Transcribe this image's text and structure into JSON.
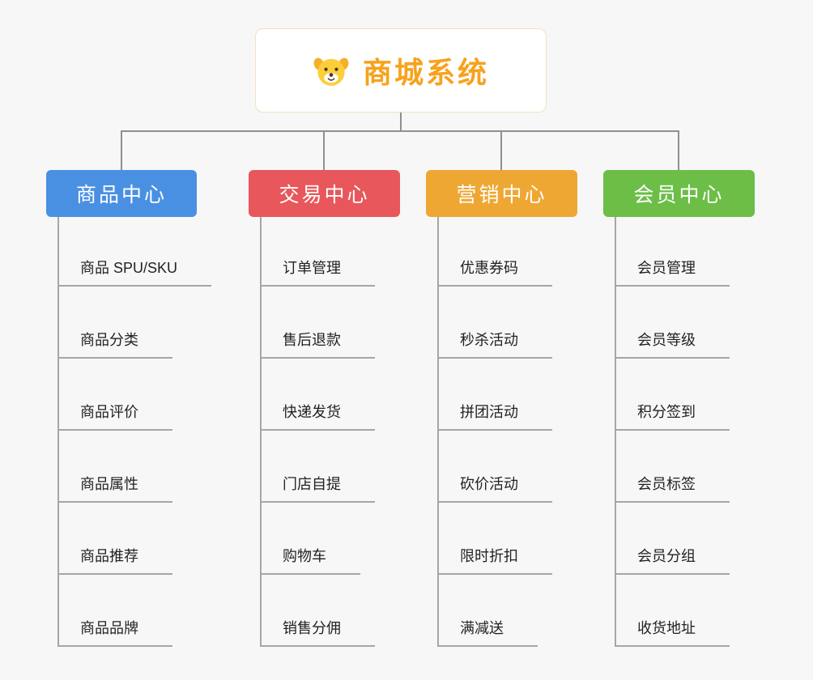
{
  "colors": {
    "background": "#f7f7f7",
    "connector": "#8f8f8f",
    "branch_line": "#a6a6a6",
    "root_title": "#f7a21c"
  },
  "root": {
    "title": "商城系统",
    "icon": "dog-face-icon"
  },
  "branches": [
    {
      "label": "商品中心",
      "color": "#4a90e2",
      "children": [
        "商品 SPU/SKU",
        "商品分类",
        "商品评价",
        "商品属性",
        "商品推荐",
        "商品品牌"
      ]
    },
    {
      "label": "交易中心",
      "color": "#e8575b",
      "children": [
        "订单管理",
        "售后退款",
        "快递发货",
        "门店自提",
        "购物车",
        "销售分佣"
      ]
    },
    {
      "label": "营销中心",
      "color": "#efa733",
      "children": [
        "优惠券码",
        "秒杀活动",
        "拼团活动",
        "砍价活动",
        "限时折扣",
        "满减送"
      ]
    },
    {
      "label": "会员中心",
      "color": "#6cbe47",
      "children": [
        "会员管理",
        "会员等级",
        "积分签到",
        "会员标签",
        "会员分组",
        "收货地址"
      ]
    }
  ]
}
